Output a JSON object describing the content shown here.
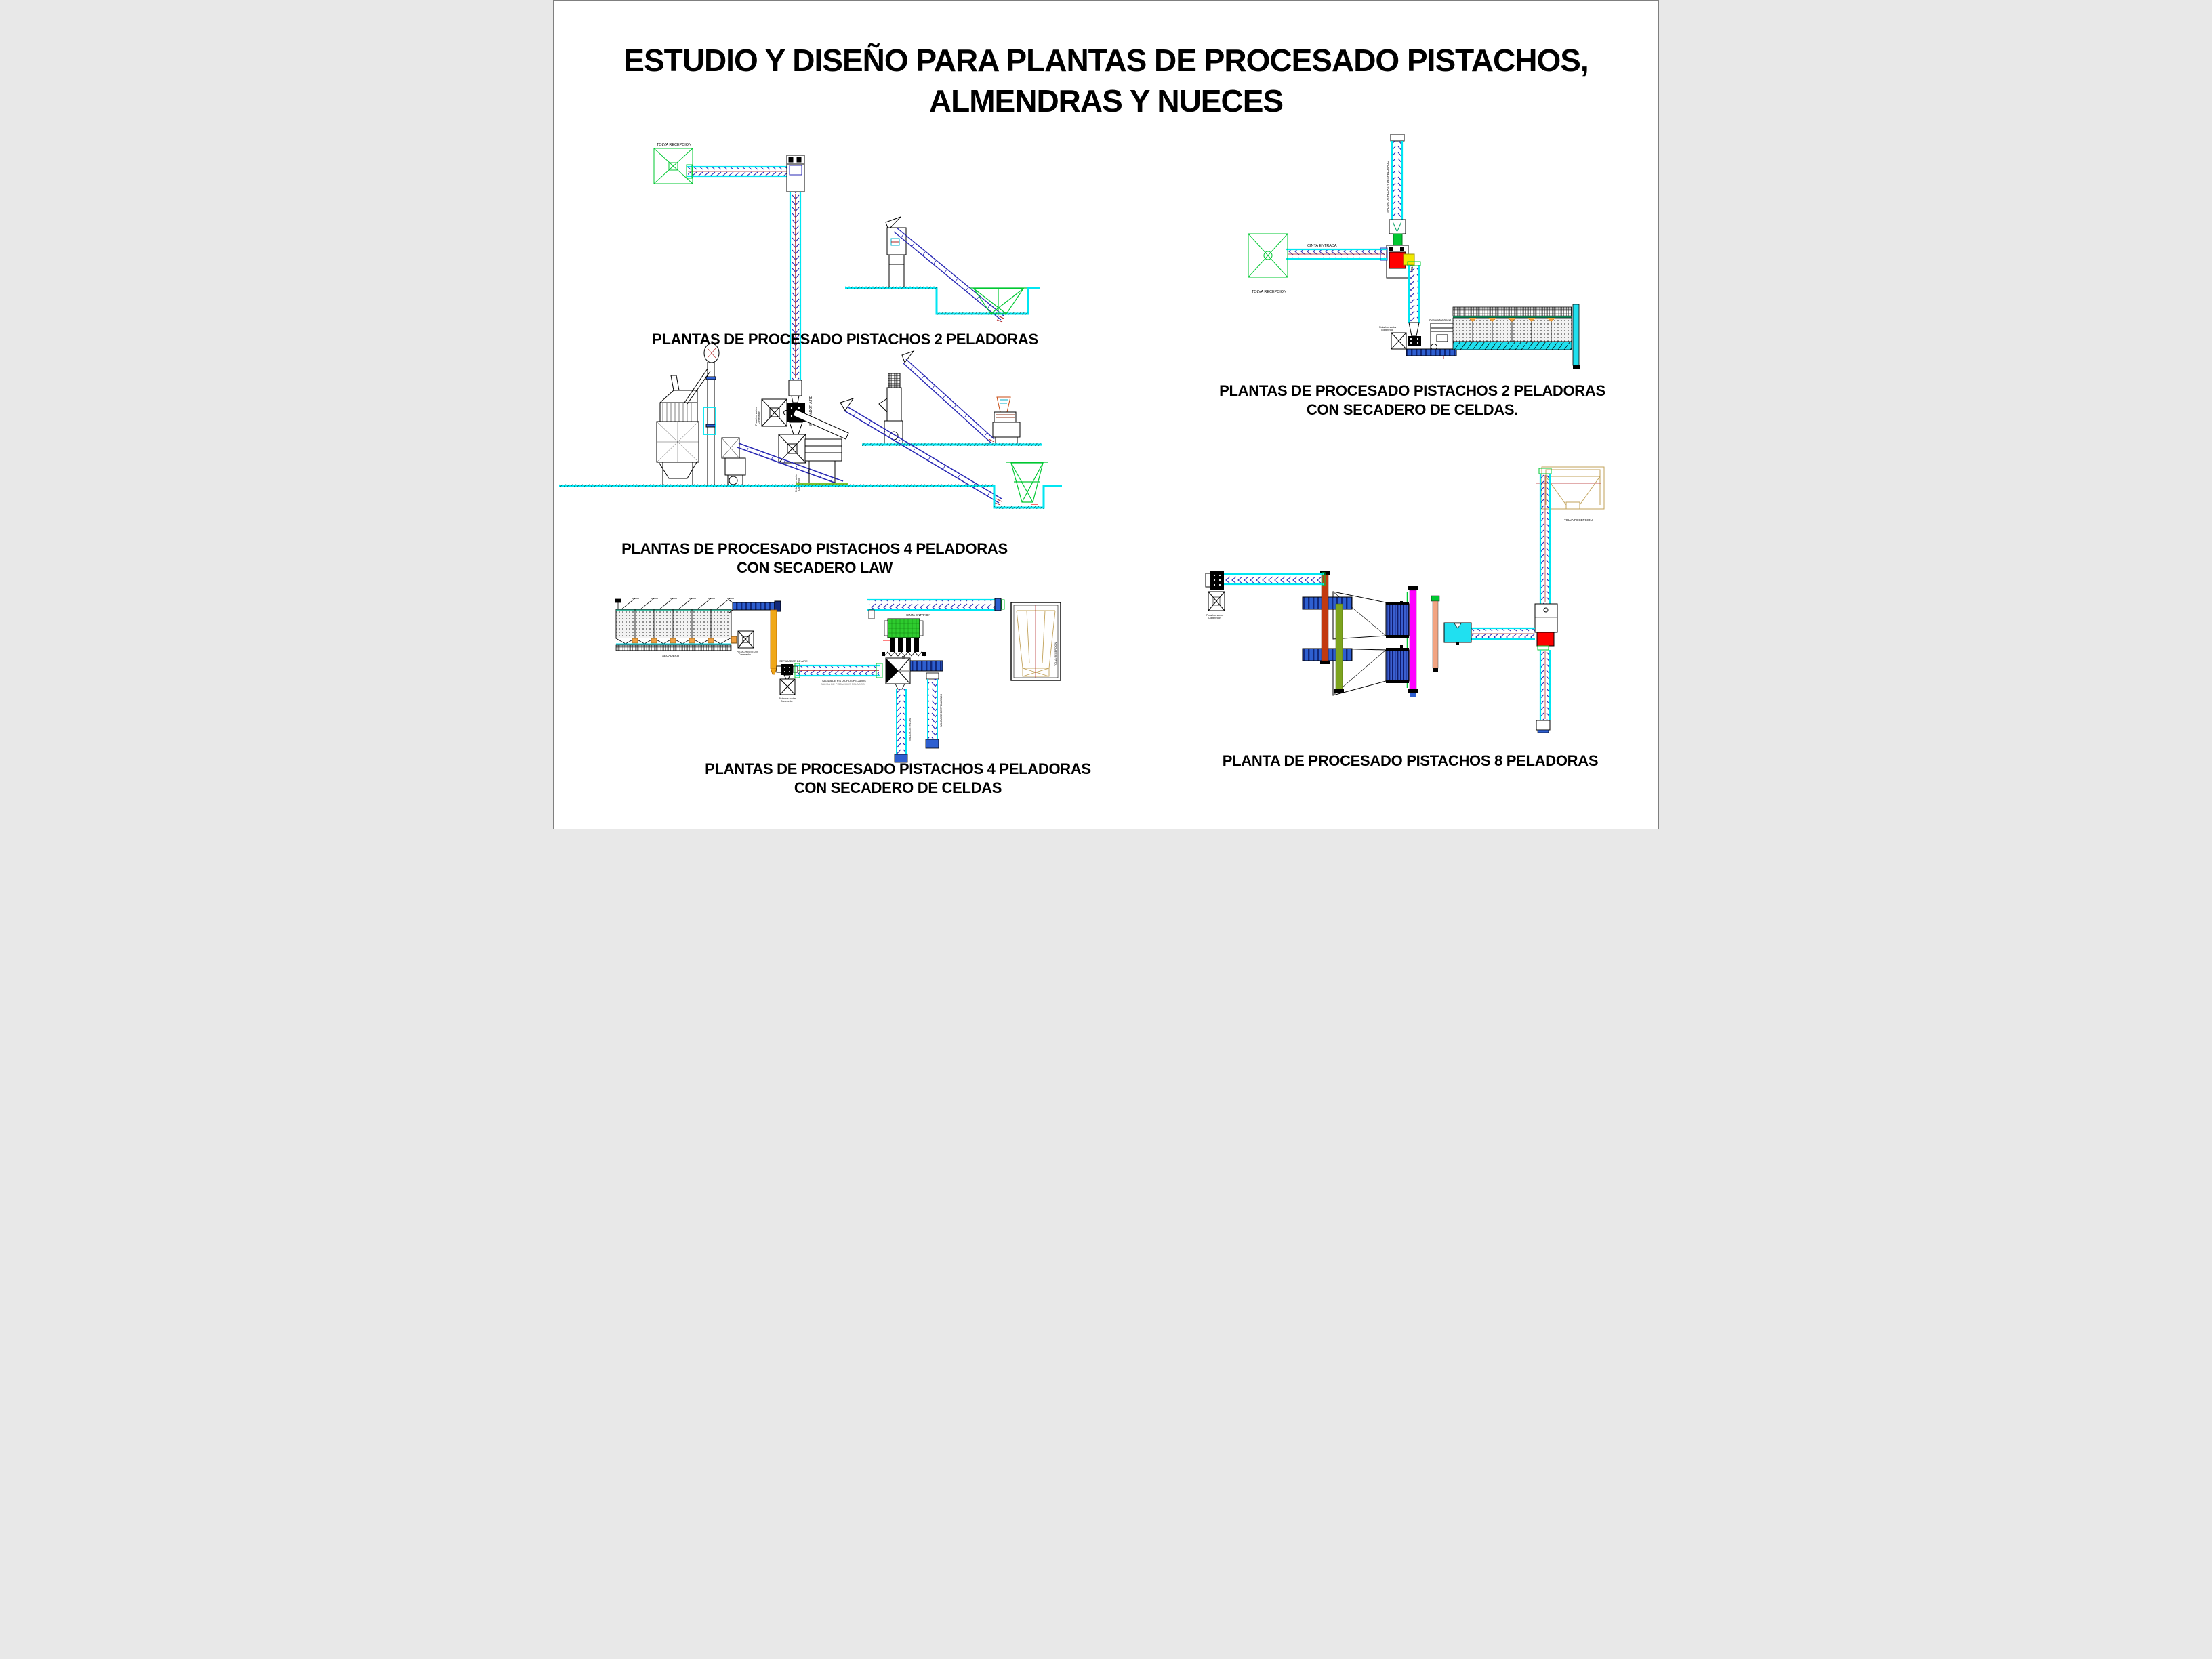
{
  "page": {
    "title_line1": "ESTUDIO Y DISEÑO PARA PLANTAS DE PROCESADO PISTACHOS,",
    "title_line2": "ALMENDRAS Y NUECES"
  },
  "diagrams": {
    "d1": {
      "caption": "PLANTAS DE PROCESADO PISTACHOS 2 PELADORAS",
      "labels": {
        "tolva": "TOLVA RECEPCION",
        "separador": "SEPARADOR AIRE",
        "contenedor_left_l1": "Pistachos vacios",
        "contenedor_left_l2": "Contenedor",
        "contenedor_bottom_l1": "Pistachos sucios",
        "contenedor_bottom_l2": "Contenedor"
      }
    },
    "d2": {
      "caption_line1": "PLANTAS DE PROCESADO PISTACHOS 2 PELADORAS",
      "caption_line2": "CON SECADERO DE CELDAS.",
      "labels": {
        "tolva": "TOLVA RECEPCION",
        "cinta_entrada": "CINTA ENTRADA",
        "salida_vertical": "SALIDA DE HOJAS Y DESPELUSADO",
        "peladora": "PELADORA",
        "generador": "Generador diesel",
        "contenedor_l1": "Pistachos sucios",
        "contenedor_l2": "Contenedor"
      }
    },
    "d3": {
      "caption_line1": "PLANTAS DE PROCESADO PISTACHOS 4 PELADORAS",
      "caption_line2": "CON SECADERO LAW"
    },
    "d4": {
      "caption_line1": "PLANTAS DE PROCESADO PISTACHOS 4 PELADORAS",
      "caption_line2": "CON SECADERO DE CELDAS",
      "labels": {
        "secadero": "SECADERO",
        "cinta_entrada": "CINTA ENTRADA",
        "separador_aire": "SEPARADOR DE AIRE",
        "salida_pelados": "SALIDA DE  PISTACHOS PELADOS",
        "salida_hojas": "SALIDA DE HOJAS",
        "salida_despelusado": "SALIDA DE DESPELUSADO",
        "tolva_vertical": "TOLVA RECEPCION",
        "contenedor_secos_l1": "PISTACHOS SECOS",
        "contenedor_secos_l2": "Contenedor",
        "contenedor_sucios_l1": "Pistachos sucios",
        "contenedor_sucios_l2": "Contenedor"
      }
    },
    "d5": {
      "caption": "PLANTA DE PROCESADO PISTACHOS 8 PELADORAS",
      "labels": {
        "tolva": "TOLVA RECEPCION",
        "contenedor_l1": "Pistachos sucios",
        "contenedor_l2": "Contenedor"
      }
    }
  },
  "colors": {
    "cyan": "#00E6F2",
    "belt_blue": "#2E5FD0",
    "chevron_navy": "#2828B4",
    "green": "#00C832",
    "machine_green": "#2ECC2E",
    "red": "#FF0000",
    "red_line": "#B02020",
    "yellow": "#F0E800",
    "gold": "#F0A818",
    "magenta": "#FF00FF",
    "salmon": "#F2A482",
    "brick": "#C23A10",
    "olive": "#7DA41E",
    "tan": "#C2A25A",
    "orange": "#F0A040"
  }
}
